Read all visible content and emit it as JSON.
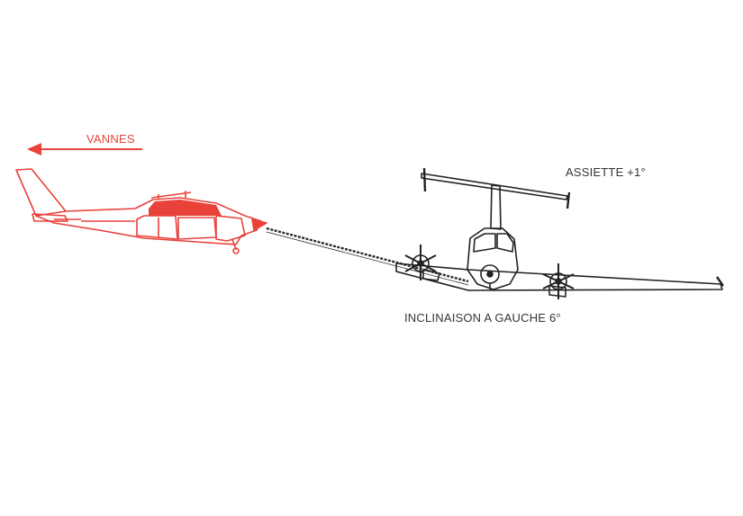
{
  "labels": {
    "vannes": "VANNES",
    "assiette": "ASSIETTE +1°",
    "inclinaison": "INCLINAISON A GAUCHE 6°"
  },
  "colors": {
    "tow_plane": "#e8423a",
    "glider": "#222222",
    "background": "#ffffff"
  }
}
